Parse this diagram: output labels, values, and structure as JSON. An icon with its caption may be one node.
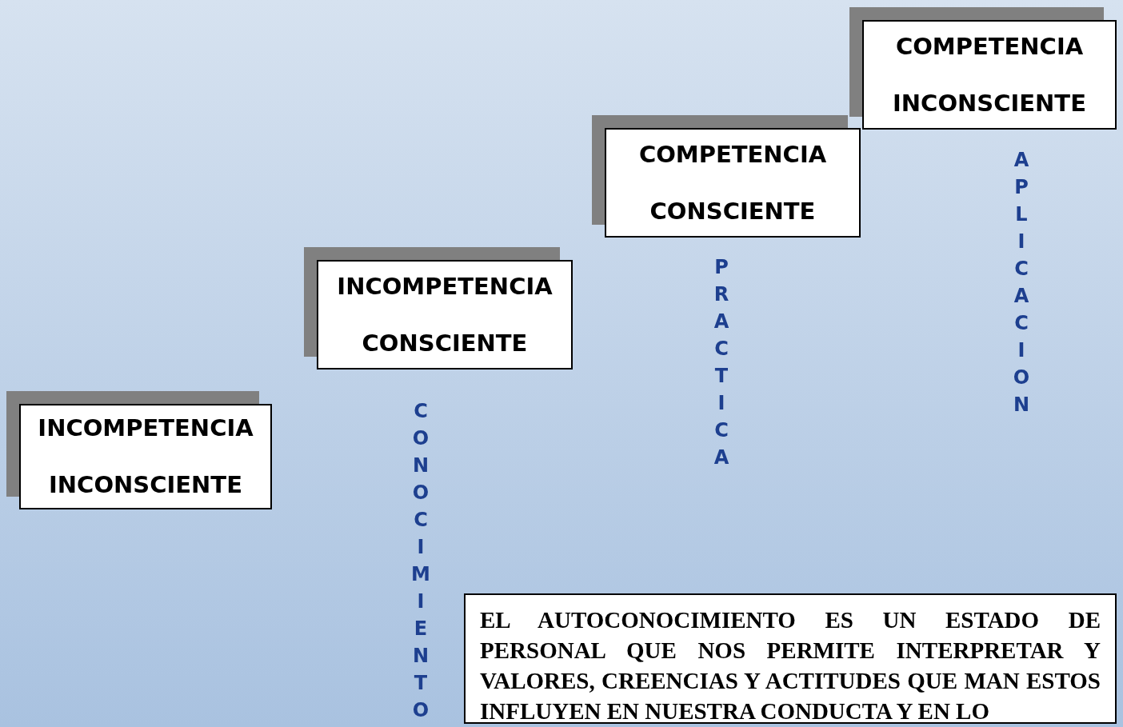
{
  "diagram": {
    "nodes": [
      {
        "text": [
          "INCOMPETENCIA INCONSCIENTE"
        ]
      },
      {
        "text": [
          "INCOMPETENCIA CONSCIENTE"
        ]
      },
      {
        "text": [
          "COMPETENCIA CONSCIENTE"
        ]
      },
      {
        "text": [
          "COMPETENCIA INCONSCIENTE"
        ]
      },
      {
        "text": [
          "EL AUTOCONOCIMIENTO ES UN ESTADO DE PERSONAL QUE NOS PERMITE INTERPRETAR Y VALORES, CREENCIAS Y ACTITUDES QUE MAN ESTOS INFLUYEN EN NUESTRA CONDUCTA Y EN LO"
        ]
      }
    ],
    "edges": [],
    "labels": [
      "APLICACION",
      "PRACTICA",
      "CONOCIMIENTO"
    ]
  }
}
